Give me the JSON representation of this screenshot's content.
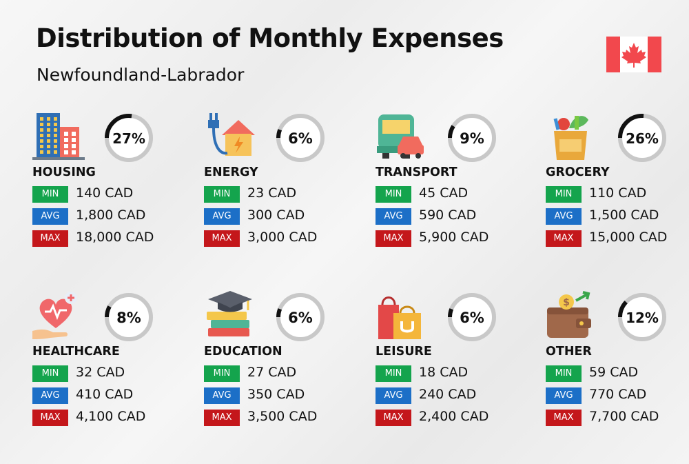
{
  "header": {
    "title": "Distribution of Monthly Expenses",
    "subtitle": "Newfoundland-Labrador"
  },
  "flag": {
    "icon": "canada-flag-icon",
    "red": "#f2484d"
  },
  "colors": {
    "min": "#14a44d",
    "avg": "#1c6fc7",
    "max": "#c4171b",
    "ring_track": "#c8c8c8",
    "ring_fill": "#111111"
  },
  "chart_data": {
    "type": "table",
    "title": "Distribution of Monthly Expenses",
    "subtitle": "Newfoundland-Labrador",
    "columns": [
      "MIN",
      "AVG",
      "MAX"
    ],
    "categories": [
      {
        "name": "HOUSING",
        "share_pct": 27,
        "share": "27%",
        "icon": "buildings-icon",
        "min": "140 CAD",
        "avg": "1,800 CAD",
        "max": "18,000 CAD"
      },
      {
        "name": "ENERGY",
        "share_pct": 6,
        "share": "6%",
        "icon": "house-plug-icon",
        "min": "23 CAD",
        "avg": "300 CAD",
        "max": "3,000 CAD"
      },
      {
        "name": "TRANSPORT",
        "share_pct": 9,
        "share": "9%",
        "icon": "bus-car-icon",
        "min": "45 CAD",
        "avg": "590 CAD",
        "max": "5,900 CAD"
      },
      {
        "name": "GROCERY",
        "share_pct": 26,
        "share": "26%",
        "icon": "grocery-bag-icon",
        "min": "110 CAD",
        "avg": "1,500 CAD",
        "max": "15,000 CAD"
      },
      {
        "name": "HEALTHCARE",
        "share_pct": 8,
        "share": "8%",
        "icon": "heart-hand-icon",
        "min": "32 CAD",
        "avg": "410 CAD",
        "max": "4,100 CAD"
      },
      {
        "name": "EDUCATION",
        "share_pct": 6,
        "share": "6%",
        "icon": "books-cap-icon",
        "min": "27 CAD",
        "avg": "350 CAD",
        "max": "3,500 CAD"
      },
      {
        "name": "LEISURE",
        "share_pct": 6,
        "share": "6%",
        "icon": "shopping-bags-icon",
        "min": "18 CAD",
        "avg": "240 CAD",
        "max": "2,400 CAD"
      },
      {
        "name": "OTHER",
        "share_pct": 12,
        "share": "12%",
        "icon": "wallet-coin-icon",
        "min": "59 CAD",
        "avg": "770 CAD",
        "max": "7,700 CAD"
      }
    ]
  }
}
